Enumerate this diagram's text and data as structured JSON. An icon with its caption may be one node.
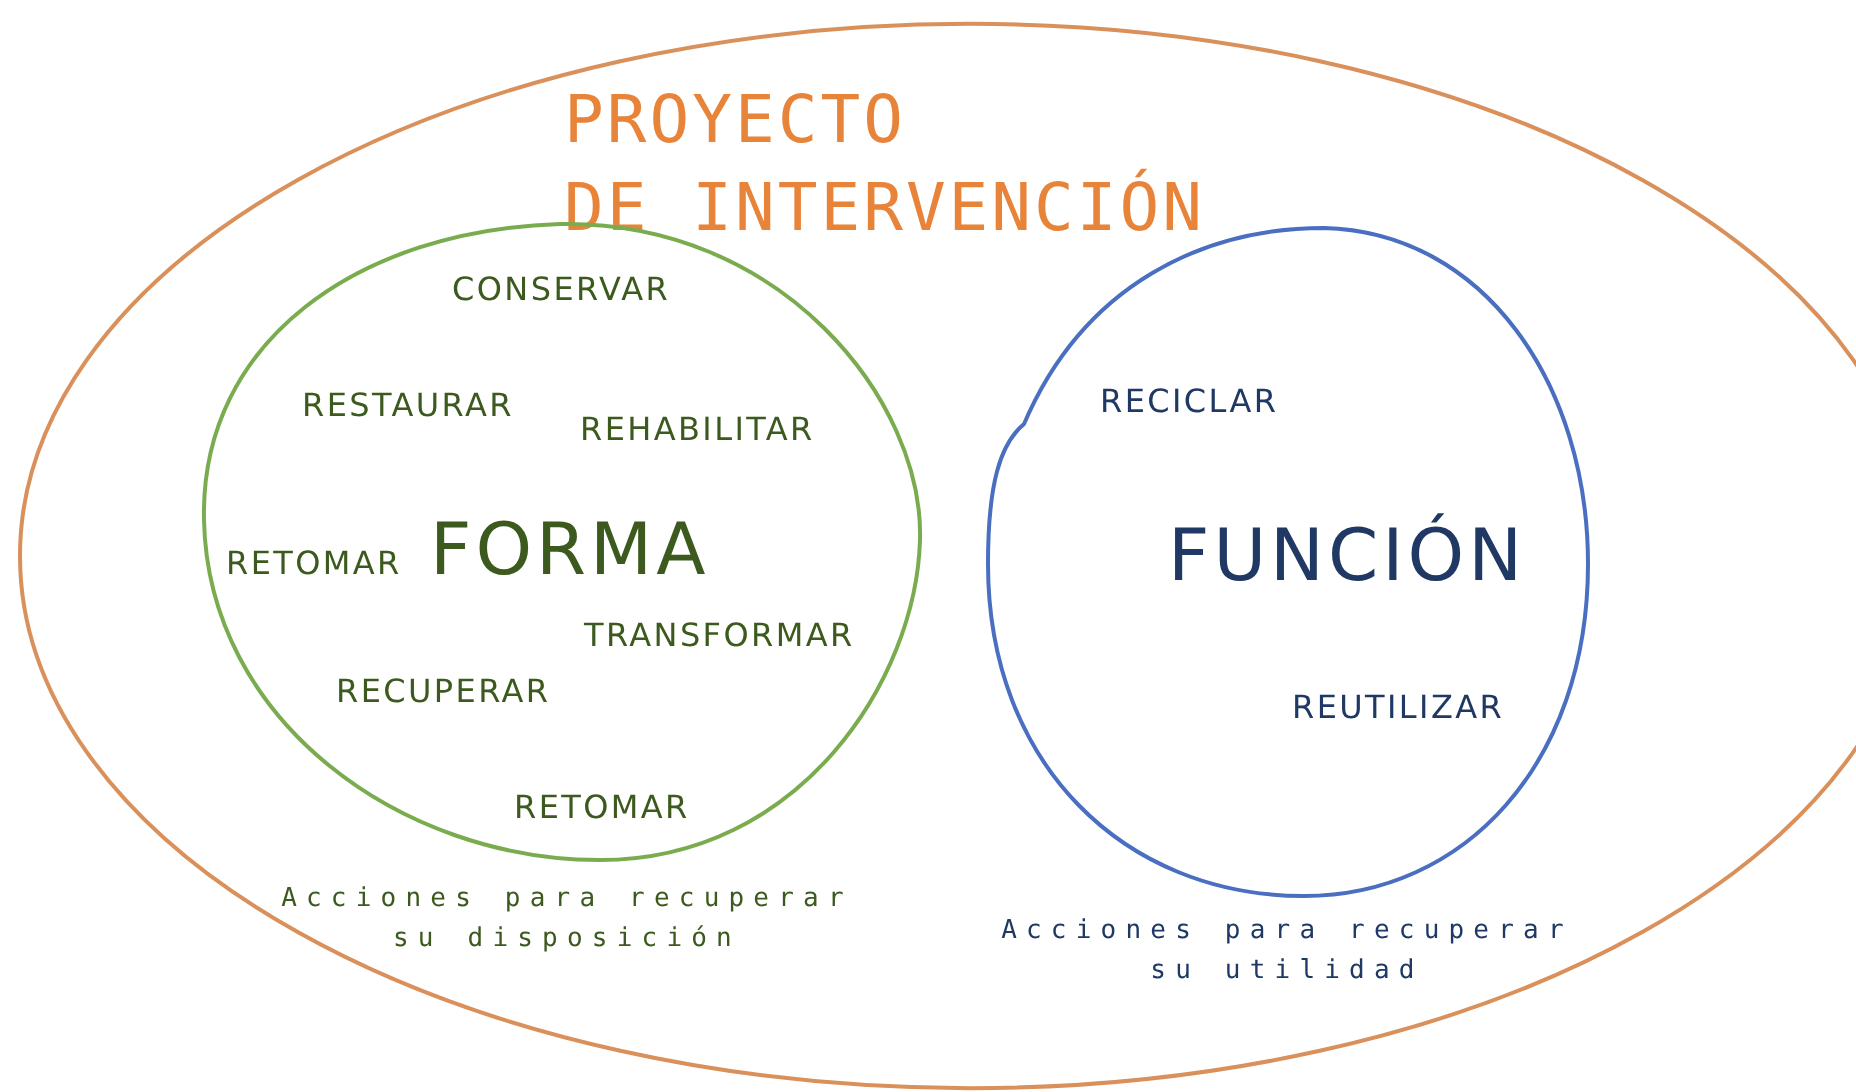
{
  "diagram": {
    "nodes": [
      {
        "text": [
          "PROYECTO DE INTERVENCIÓN"
        ]
      },
      {
        "text": [
          "CONSERVAR",
          "RESTAURAR",
          "REHABILITAR",
          "RETOMAR",
          "FORMA",
          "TRANSFORMAR",
          "RECUPERAR",
          "RETOMAR"
        ],
        "beside": [
          "Acciones para recuperar su disposición"
        ],
        "in": 0
      },
      {
        "text": [
          "RECICLAR",
          "FUNCIÓN",
          "REUTILIZAR"
        ],
        "beside": [
          "Acciones para recuperar su utilidad"
        ],
        "in": 0
      }
    ]
  }
}
